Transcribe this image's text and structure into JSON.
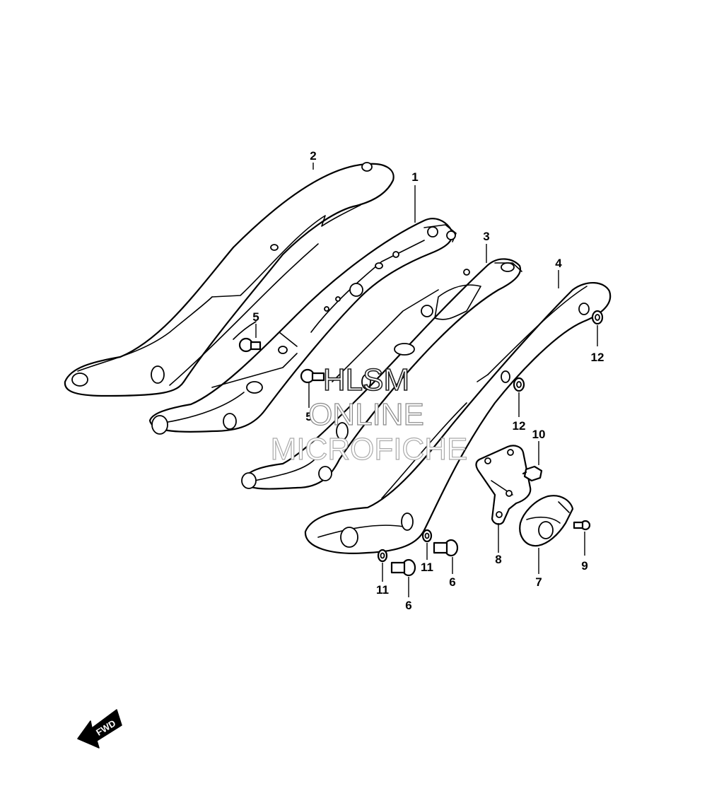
{
  "callouts": {
    "c1": "1",
    "c2": "2",
    "c3": "3",
    "c4": "4",
    "c5a": "5",
    "c5b": "5",
    "c6a": "6",
    "c6b": "6",
    "c7": "7",
    "c8": "8",
    "c9": "9",
    "c10": "10",
    "c11a": "11",
    "c11b": "11",
    "c12a": "12",
    "c12b": "12"
  },
  "watermark": {
    "line1": "HLSM",
    "line2": "ONLINE",
    "line3": "MICROFICHE"
  },
  "fwd_label": "FWD"
}
